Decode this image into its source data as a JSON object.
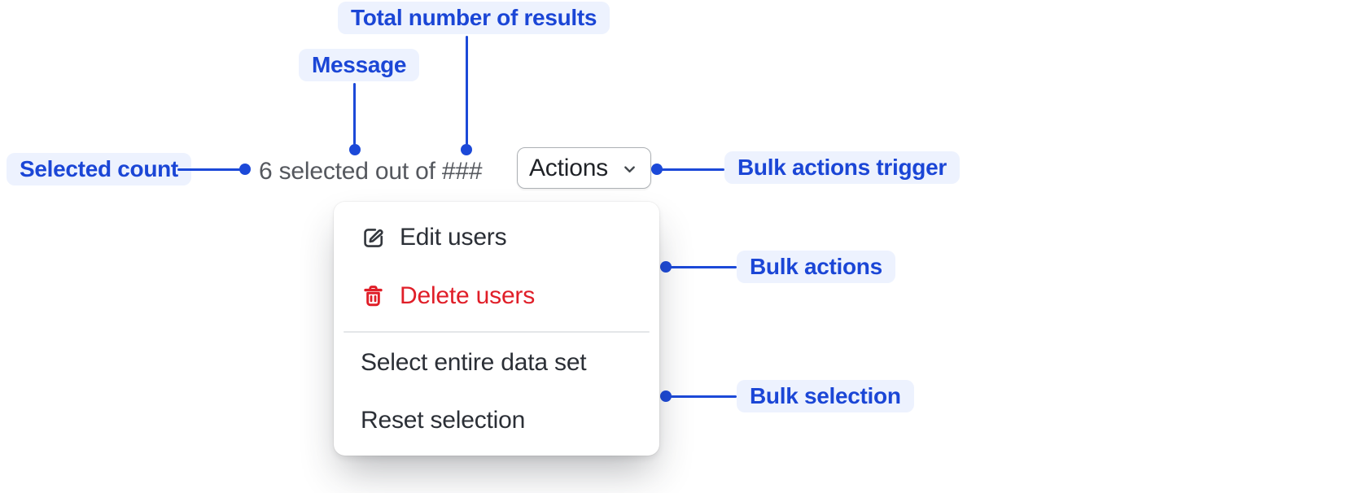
{
  "colors": {
    "annotation_text": "#1B46D6",
    "annotation_background": "#EDF2FE",
    "leader_line": "#1C49D8",
    "message_text": "#55585E",
    "menu_text": "#2B2F36",
    "critical_text": "#E01E28",
    "button_border": "#ACB0B4"
  },
  "annotations": {
    "total_results": "Total number of results",
    "message": "Message",
    "selected_count": "Selected count",
    "bulk_actions_trigger": "Bulk actions trigger",
    "bulk_actions": "Bulk actions",
    "bulk_selection": "Bulk selection"
  },
  "bulk_bar": {
    "message": "6 selected out of ###",
    "selected_count_value": "6",
    "total_placeholder": "###",
    "actions_button_label": "Actions"
  },
  "menu": {
    "items": [
      {
        "label": "Edit users",
        "icon": "edit-icon",
        "tone": "default"
      },
      {
        "label": "Delete users",
        "icon": "delete-icon",
        "tone": "critical"
      },
      {
        "label": "Select entire data set",
        "icon": "none",
        "tone": "default"
      },
      {
        "label": "Reset selection",
        "icon": "none",
        "tone": "default"
      }
    ]
  }
}
